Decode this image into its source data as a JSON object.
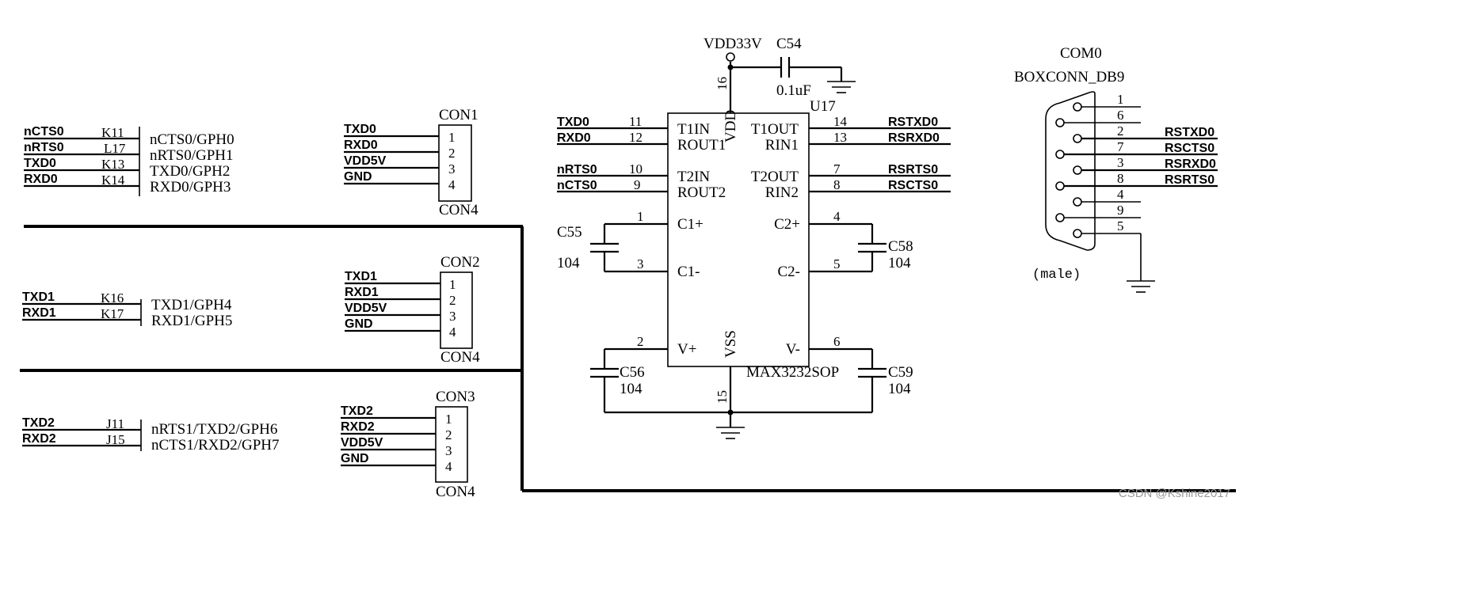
{
  "left_blocks": [
    {
      "rows": [
        {
          "net": "nCTS0",
          "ball": "K11",
          "func": "nCTS0/GPH0"
        },
        {
          "net": "nRTS0",
          "ball": "L17",
          "func": "nRTS0/GPH1"
        },
        {
          "net": "TXD0",
          "ball": "K13",
          "func": "TXD0/GPH2"
        },
        {
          "net": "RXD0",
          "ball": "K14",
          "func": "RXD0/GPH3"
        }
      ]
    },
    {
      "rows": [
        {
          "net": "TXD1",
          "ball": "K16",
          "func": "TXD1/GPH4"
        },
        {
          "net": "RXD1",
          "ball": "K17",
          "func": "RXD1/GPH5"
        }
      ]
    },
    {
      "rows": [
        {
          "net": "TXD2",
          "ball": "J11",
          "func": "nRTS1/TXD2/GPH6"
        },
        {
          "net": "RXD2",
          "ball": "J15",
          "func": "nCTS1/RXD2/GPH7"
        }
      ]
    }
  ],
  "connectors": [
    {
      "ref": "CON1",
      "value": "CON4",
      "nets": [
        "TXD0",
        "RXD0",
        "VDD5V",
        "GND"
      ],
      "pins": [
        "1",
        "2",
        "3",
        "4"
      ]
    },
    {
      "ref": "CON2",
      "value": "CON4",
      "nets": [
        "TXD1",
        "RXD1",
        "VDD5V",
        "GND"
      ],
      "pins": [
        "1",
        "2",
        "3",
        "4"
      ]
    },
    {
      "ref": "CON3",
      "value": "CON4",
      "nets": [
        "TXD2",
        "RXD2",
        "VDD5V",
        "GND"
      ],
      "pins": [
        "1",
        "2",
        "3",
        "4"
      ]
    }
  ],
  "ic": {
    "ref": "U17",
    "part": "MAX3232SOP",
    "power_net": "VDD33V",
    "vdd_label": "VDD",
    "vss_label": "VSS",
    "vdd_pin": "16",
    "vss_pin": "15",
    "left_pins": [
      {
        "num": "11",
        "name": "T1IN",
        "net": "TXD0"
      },
      {
        "num": "12",
        "name": "ROUT1",
        "net": "RXD0"
      },
      {
        "num": "10",
        "name": "T2IN",
        "net": "nRTS0"
      },
      {
        "num": "9",
        "name": "ROUT2",
        "net": "nCTS0"
      },
      {
        "num": "1",
        "name": "C1+",
        "net": ""
      },
      {
        "num": "3",
        "name": "C1-",
        "net": ""
      },
      {
        "num": "2",
        "name": "V+",
        "net": ""
      }
    ],
    "right_pins": [
      {
        "num": "14",
        "name": "T1OUT",
        "net": "RSTXD0"
      },
      {
        "num": "13",
        "name": "RIN1",
        "net": "RSRXD0"
      },
      {
        "num": "7",
        "name": "T2OUT",
        "net": "RSRTS0"
      },
      {
        "num": "8",
        "name": "RIN2",
        "net": "RSCTS0"
      },
      {
        "num": "4",
        "name": "C2+",
        "net": ""
      },
      {
        "num": "5",
        "name": "C2-",
        "net": ""
      },
      {
        "num": "6",
        "name": "V-",
        "net": ""
      }
    ]
  },
  "capacitors": [
    {
      "ref": "C54",
      "value": "0.1uF"
    },
    {
      "ref": "C55",
      "value": "104"
    },
    {
      "ref": "C58",
      "value": "104"
    },
    {
      "ref": "C56",
      "value": "104"
    },
    {
      "ref": "C59",
      "value": "104"
    }
  ],
  "db9": {
    "ref": "COM0",
    "part": "BOXCONN_DB9",
    "gender": "(male)",
    "pins": [
      {
        "num": "1",
        "net": ""
      },
      {
        "num": "6",
        "net": ""
      },
      {
        "num": "2",
        "net": "RSTXD0"
      },
      {
        "num": "7",
        "net": "RSCTS0"
      },
      {
        "num": "3",
        "net": "RSRXD0"
      },
      {
        "num": "8",
        "net": "RSRTS0"
      },
      {
        "num": "4",
        "net": ""
      },
      {
        "num": "9",
        "net": ""
      },
      {
        "num": "5",
        "net": ""
      }
    ]
  },
  "watermark": "CSDN @Kshine2017"
}
